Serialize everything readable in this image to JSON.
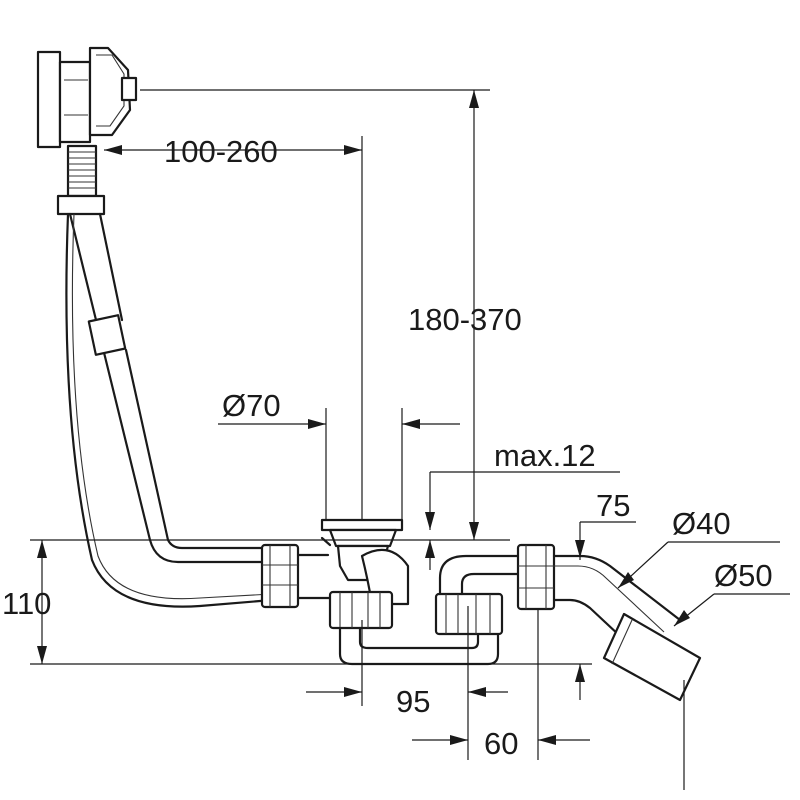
{
  "title": "",
  "dimensions": {
    "overflow_offset": "100-260",
    "overflow_height": "180-370",
    "plug_diameter": "Ø70",
    "max_thickness": "max.12",
    "outlet_length": "75",
    "outlet_diameter_40": "Ø40",
    "outlet_diameter_50": "Ø50",
    "trap_height": "110",
    "trap_offset": "95",
    "outlet_offset": "60"
  },
  "colors": {
    "line": "#1a1a1a",
    "background": "#ffffff"
  }
}
